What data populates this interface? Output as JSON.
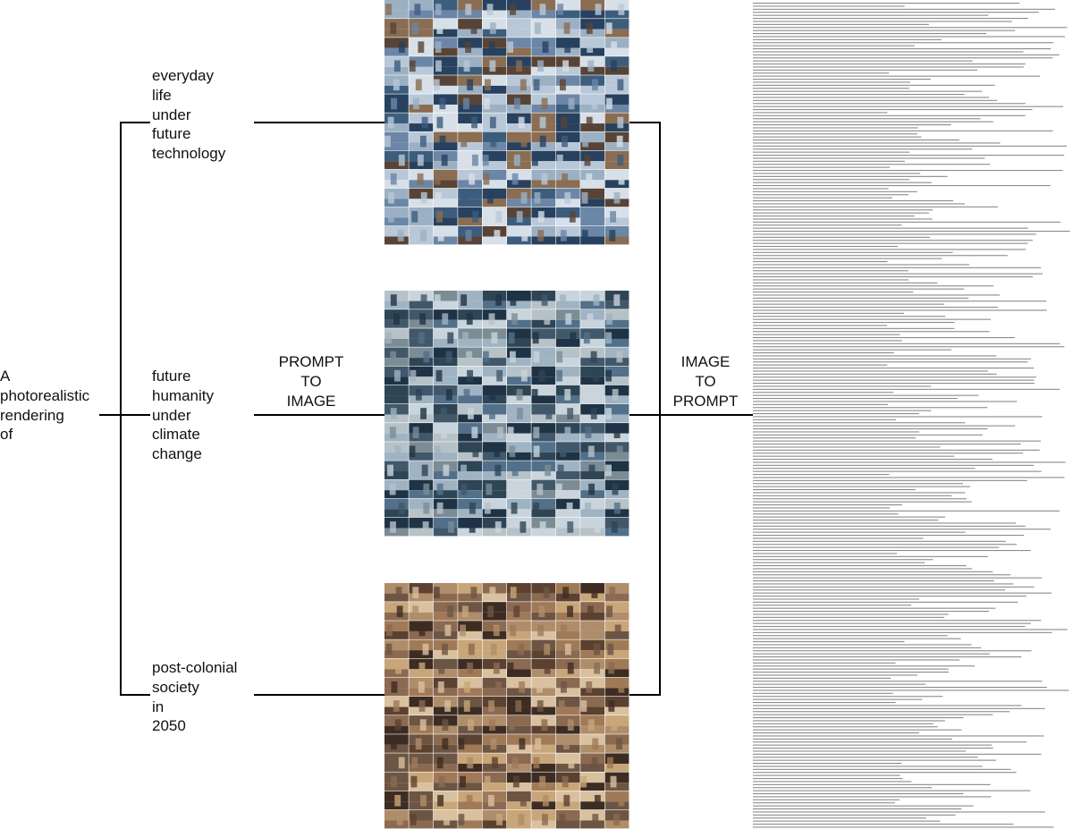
{
  "root": {
    "text": "A\nphotorealistic\nrendering\nof"
  },
  "branches": [
    {
      "id": "everyday",
      "text": "everyday\nlife\nunder\nfuture\ntechnology",
      "palette": [
        "#27415f",
        "#6b86a6",
        "#b9c8d8",
        "#8a6d52",
        "#3d5d7d",
        "#d7e0e8",
        "#584436",
        "#9cb0c4"
      ]
    },
    {
      "id": "climate",
      "text": "future\nhumanity\nunder\nclimate\nchange",
      "palette": [
        "#1f3346",
        "#52708a",
        "#9fb3c3",
        "#c9d4dc",
        "#41586b",
        "#7b8c95",
        "#2e4555",
        "#b7c2c8"
      ]
    },
    {
      "id": "postcolonial",
      "text": "post-colonial\nsociety\nin\n2050",
      "palette": [
        "#5c4130",
        "#a07a57",
        "#c9a679",
        "#3d2c22",
        "#8b6a51",
        "#d9c1a0",
        "#6d5544",
        "#b08d6a"
      ]
    }
  ],
  "step1": {
    "text": "PROMPT\nTO\nIMAGE"
  },
  "step2": {
    "text": "IMAGE\nTO\nPROMPT"
  }
}
